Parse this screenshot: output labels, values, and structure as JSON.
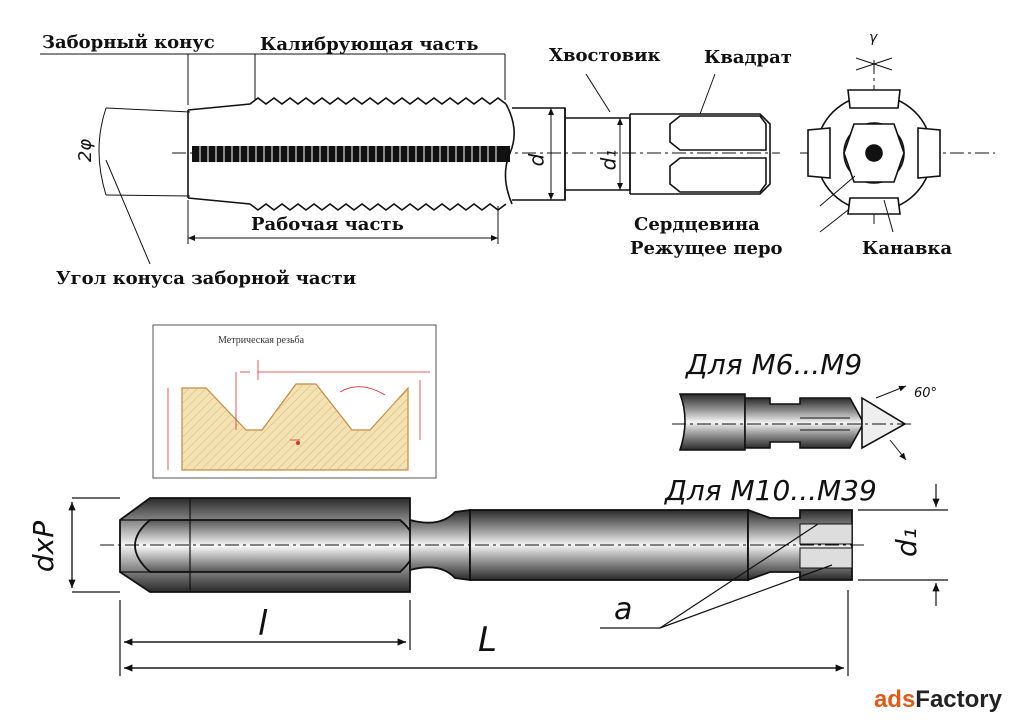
{
  "top_labels": {
    "zabornyi_konus": "Заборный конус",
    "kalibruyushchaya": "Калибрующая часть",
    "khvostovik": "Хвостовик",
    "kvadrat": "Квадрат",
    "rabochaya": "Рабочая часть",
    "ugol_konusa": "Угол конуса заборной части",
    "serdtsevina": "Сердцевина",
    "rezhushchee_pero": "Режущее перо",
    "kanavka": "Канавка",
    "two_phi": "2φ",
    "d": "d",
    "d1": "d₁",
    "gamma": "γ"
  },
  "bottom_labels": {
    "metric_thread_title": "Метрическая резьба",
    "for_m6_m9": "Для М6...М9",
    "for_m10_m39": "Для М10...М39",
    "angle_60": "60°",
    "dxp": "dxP",
    "d1": "d₁",
    "l_small": "l",
    "l_big": "L",
    "a": "a"
  },
  "watermark": {
    "part1": "ads",
    "part2": "Factory"
  },
  "colors": {
    "line": "#111111",
    "thread_fill": "#f2e2b4",
    "dim_red": "#d33333",
    "watermark_orange": "#e05a1a"
  }
}
